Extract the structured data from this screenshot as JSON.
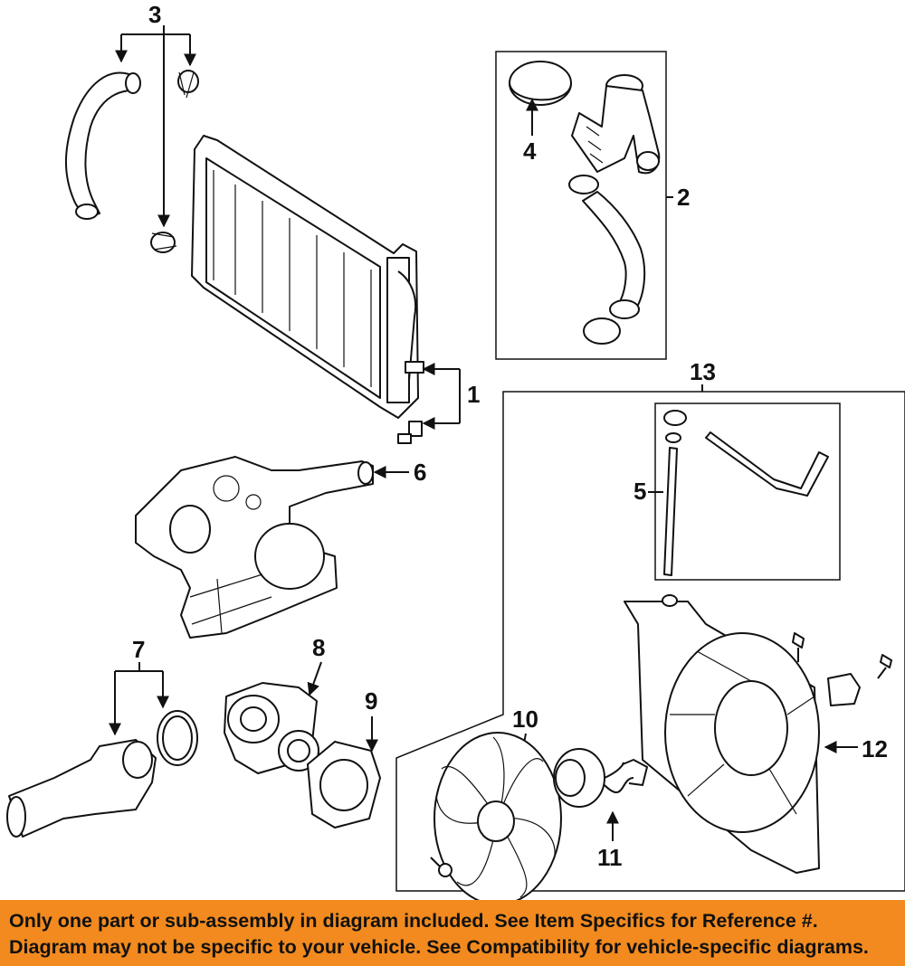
{
  "callouts": {
    "c1": "1",
    "c2": "2",
    "c3": "3",
    "c4": "4",
    "c5": "5",
    "c6": "6",
    "c7": "7",
    "c8": "8",
    "c9": "9",
    "c10": "10",
    "c11": "11",
    "c12": "12",
    "c13": "13"
  },
  "footer": {
    "line1": "Only one part or sub-assembly in diagram included. See Item Specifics for Reference #.",
    "line2": "Diagram may not be specific to your vehicle. See Compatibility for vehicle-specific diagrams."
  },
  "colors": {
    "footer_background": "#f28a1f",
    "line": "#111111",
    "background": "#ffffff"
  }
}
